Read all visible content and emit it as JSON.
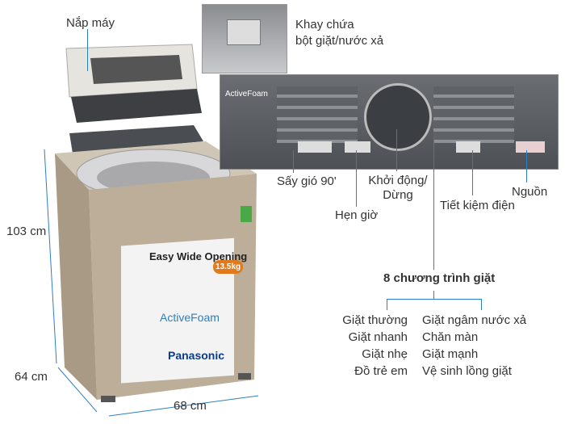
{
  "labels": {
    "lid": "Nắp máy",
    "tray_line1": "Khay chứa",
    "tray_line2": "bột giặt/nước xả",
    "dry": "Sấy gió 90'",
    "timer": "Hẹn giờ",
    "start_line1": "Khởi động/",
    "start_line2": "Dừng",
    "eco": "Tiết kiệm điện",
    "power": "Nguồn"
  },
  "programs": {
    "title": "8 chương trình giặt",
    "left": [
      "Giặt thường",
      "Giặt nhanh",
      "Giặt nhẹ",
      "Đồ trẻ em"
    ],
    "right": [
      "Giặt ngâm nước xả",
      "Chăn màn",
      "Giặt mạnh",
      "Vệ sinh lồng giặt"
    ]
  },
  "dimensions": {
    "height": "103 cm",
    "depth": "64 cm",
    "width": "68 cm"
  },
  "product": {
    "brand": "Panasonic",
    "feature": "Easy Wide Opening",
    "technology": "ActiveFoam",
    "capacity": "13.5kg"
  },
  "colors": {
    "accent_line": "#2e7fc0",
    "panel": "#5a5e63",
    "body": "#b9aa93"
  }
}
